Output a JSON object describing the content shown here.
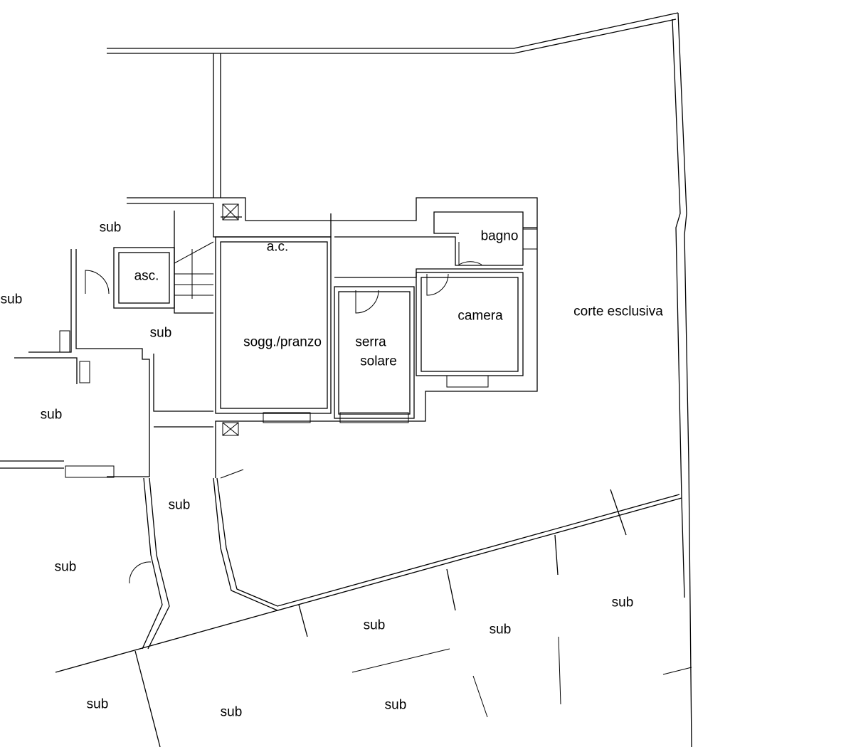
{
  "labels": {
    "sub_top_left": "sub",
    "sub_far_left": "sub",
    "elevator": "asc.",
    "sub_landing": "sub",
    "ac": "a.c.",
    "living_dining": "sogg./pranzo",
    "sunroom_line1": "serra",
    "sunroom_line2": "solare",
    "bathroom": "bagno",
    "bedroom": "camera",
    "courtyard": "corte esclusiva",
    "sub_left_room": "sub",
    "sub_passage": "sub",
    "sub_lower_left": "sub",
    "sub_lot_1": "sub",
    "sub_lot_2": "sub",
    "sub_lot_3": "sub",
    "sub_bottom_1": "sub",
    "sub_bottom_2": "sub",
    "sub_bottom_3": "sub"
  }
}
